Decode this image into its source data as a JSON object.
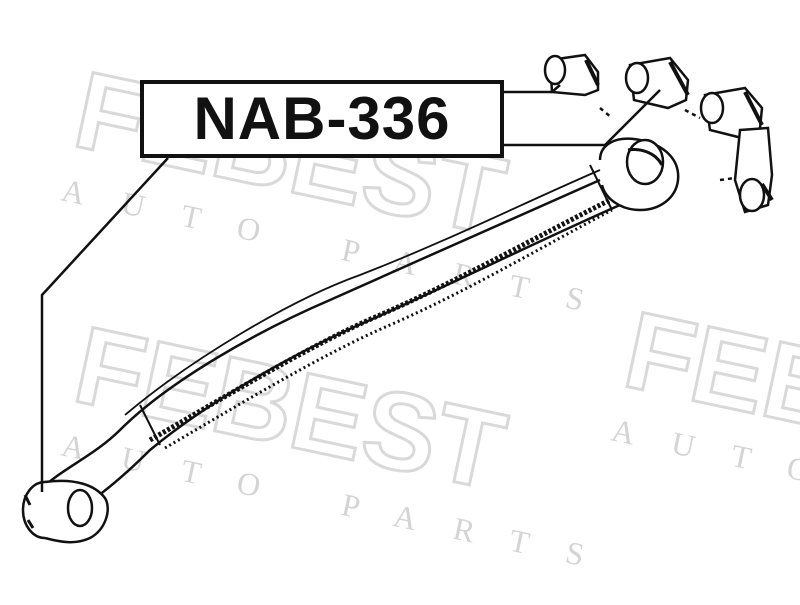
{
  "part_number": "NAB-336",
  "watermark": {
    "brand": "FEBEST",
    "tagline": "AUTO PARTS"
  },
  "colors": {
    "line": "#111111",
    "watermark": "#d9d9d9",
    "background": "#ffffff"
  },
  "icons": [
    "bushing-icon",
    "spring-leaf-icon"
  ]
}
